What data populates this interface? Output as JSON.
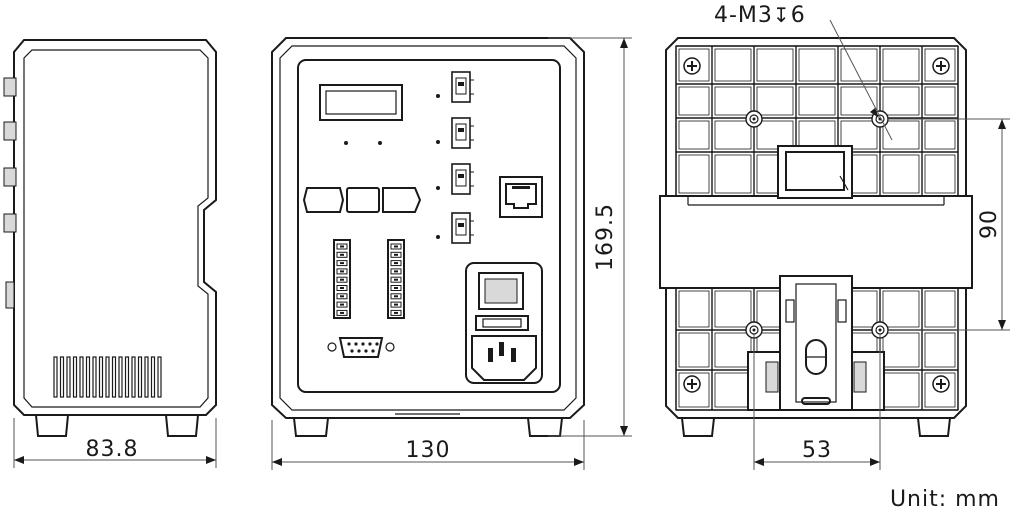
{
  "dimensions": {
    "side_depth": "83.8",
    "front_width": "130",
    "front_height": "169.5",
    "rear_hole_pitch_v": "90",
    "rear_hole_pitch_h": "53"
  },
  "callouts": {
    "mount_holes": "4-M3",
    "mount_depth": "6",
    "depth_symbol": "↧"
  },
  "units": "Unit: mm"
}
